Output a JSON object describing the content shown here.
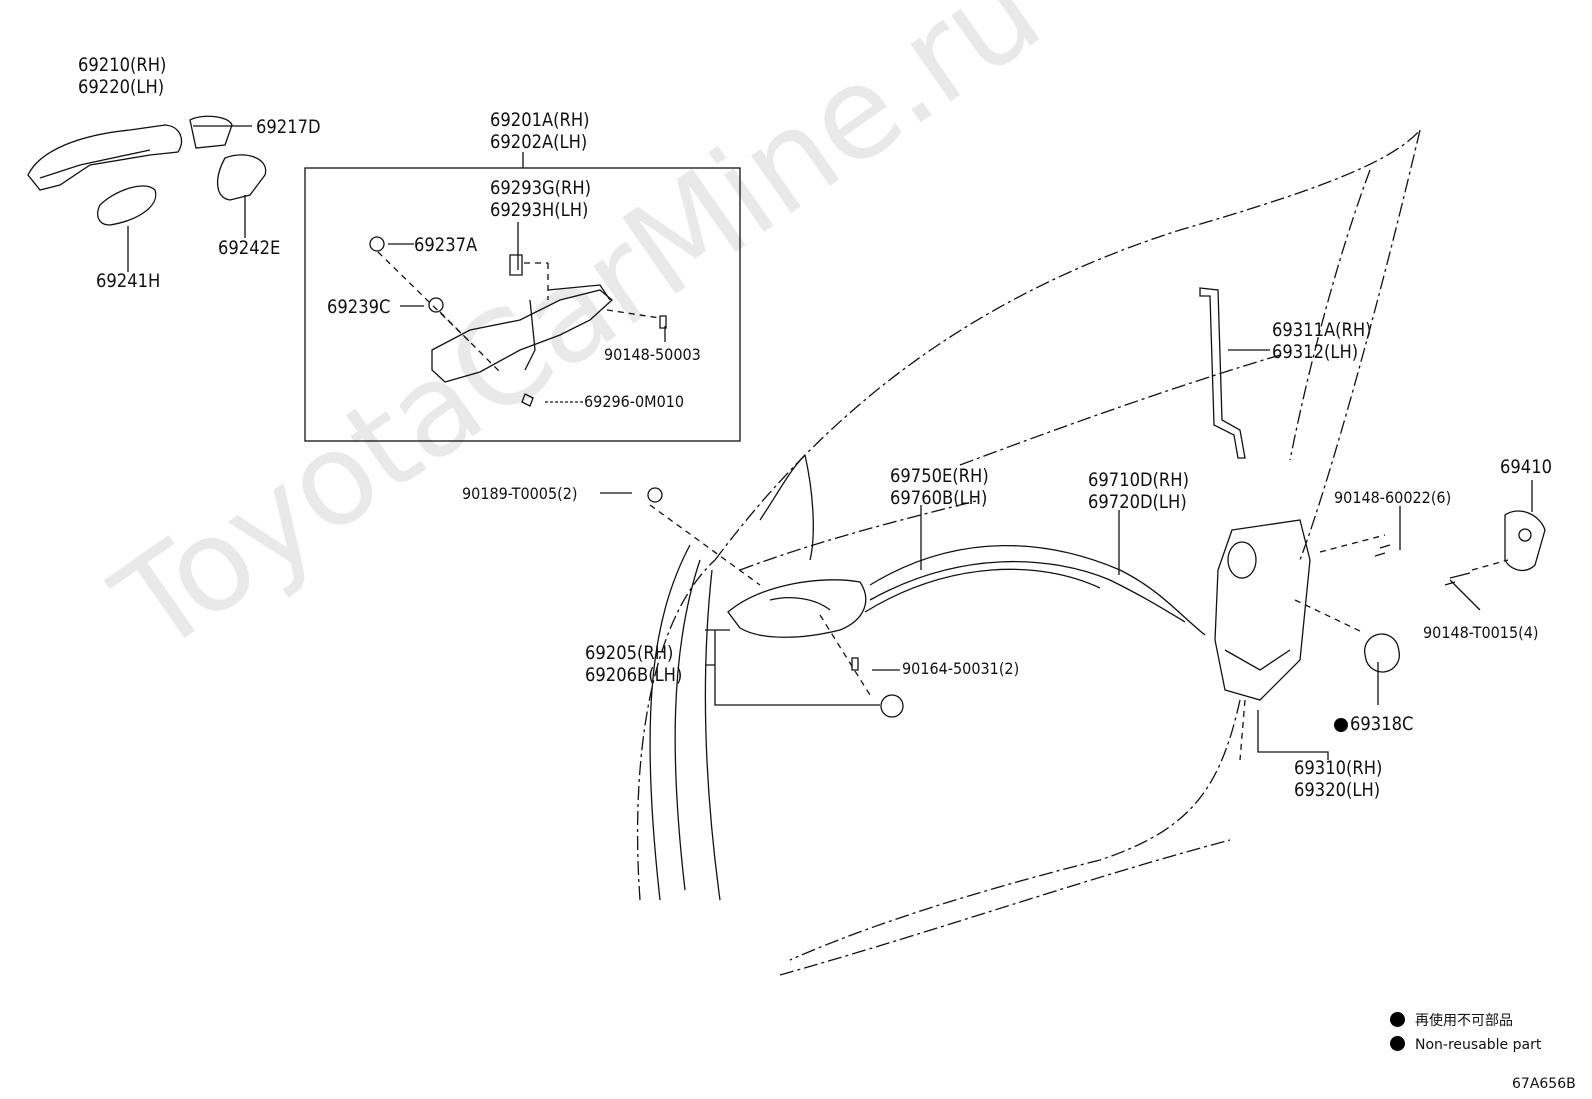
{
  "watermark": "ToyotaCarMine.ru",
  "diagram_code": "67A656B",
  "legend": {
    "line1": "再使用不可部品",
    "line2": "Non-reusable part"
  },
  "parts": {
    "p69210": "69210(RH)",
    "p69220": "69220(LH)",
    "p69217D": "69217D",
    "p69242E": "69242E",
    "p69241H": "69241H",
    "p69201A": "69201A(RH)",
    "p69202A": "69202A(LH)",
    "p69293G": "69293G(RH)",
    "p69293H": "69293H(LH)",
    "p69237A": "69237A",
    "p69239C": "69239C",
    "p90148_50003": "90148-50003",
    "p69296_0M010": "69296-0M010",
    "p90189": "90189-T0005(2)",
    "p69750E": "69750E(RH)",
    "p69760B": "69760B(LH)",
    "p69710D": "69710D(RH)",
    "p69720D": "69720D(LH)",
    "p69311A": "69311A(RH)",
    "p69312": "69312(LH)",
    "p90148_60022": "90148-60022(6)",
    "p69410": "69410",
    "p90148_T0015": "90148-T0015(4)",
    "p69205": "69205(RH)",
    "p69206B": "69206B(LH)",
    "p90164": "90164-50031(2)",
    "p69318C": "69318C",
    "p69310": "69310(RH)",
    "p69320": "69320(LH)"
  }
}
